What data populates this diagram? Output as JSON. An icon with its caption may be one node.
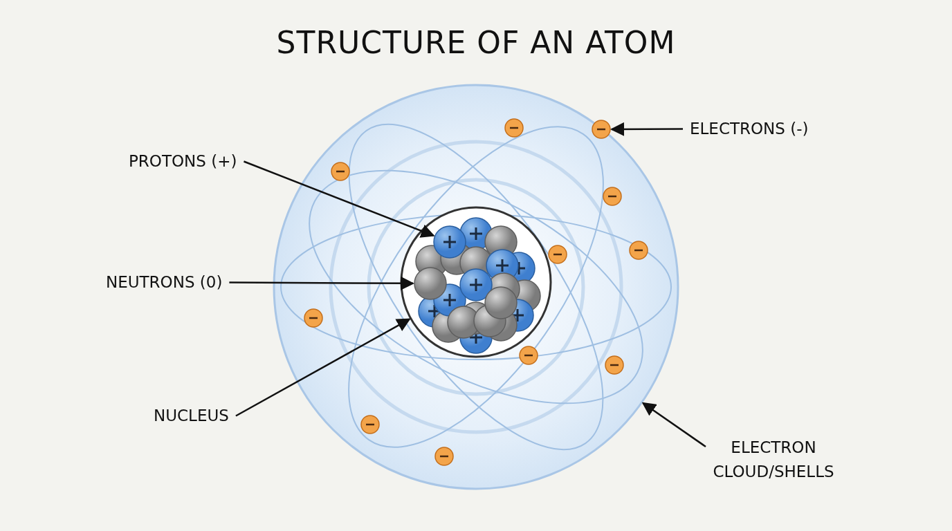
{
  "diagram": {
    "title": "STRUCTURE OF AN ATOM",
    "nodes": [
      {
        "text": [
          "PROTONS (+)"
        ]
      },
      {
        "text": [
          "NEUTRONS (0)"
        ]
      },
      {
        "text": [
          "NUCLEUS"
        ]
      },
      {
        "text": [
          "ELECTRONS (-)"
        ]
      },
      {
        "text": [
          "ELECTRON CLOUD/SHELLS"
        ]
      },
      {
        "text": [],
        "shape": "circle"
      },
      {
        "text": [],
        "shape": "circle",
        "in": 5
      },
      {
        "text": [],
        "shape": "circle",
        "in": 6
      },
      {
        "text": [],
        "shape": "circle",
        "in": 6
      },
      {
        "text": [],
        "shape": "circle",
        "in": 5
      },
      {
        "text": [],
        "shape": "circle",
        "in": 5
      },
      {
        "text": [],
        "shape": "circle",
        "in": 5
      },
      {
        "text": [],
        "shape": "circle",
        "in": 5
      },
      {
        "text": [],
        "shape": "circle",
        "in": 5
      },
      {
        "text": [],
        "shape": "circle",
        "in": 5
      },
      {
        "text": [],
        "shape": "circle",
        "in": 5
      },
      {
        "text": [],
        "shape": "circle",
        "in": 5
      },
      {
        "text": [],
        "shape": "circle",
        "in": 5
      },
      {
        "text": [],
        "shape": "circle",
        "in": 5
      },
      {
        "text": [],
        "shape": "circle",
        "in": 5
      }
    ],
    "edges": [
      {
        "from": 0,
        "to": 7,
        "arrow": "to"
      },
      {
        "from": 1,
        "to": 8,
        "arrow": "to"
      },
      {
        "from": 2,
        "to": 6,
        "arrow": "to"
      },
      {
        "from": 3,
        "to": 9,
        "arrow": "to"
      },
      {
        "from": 4,
        "to": 5,
        "arrow": "to"
      }
    ]
  }
}
